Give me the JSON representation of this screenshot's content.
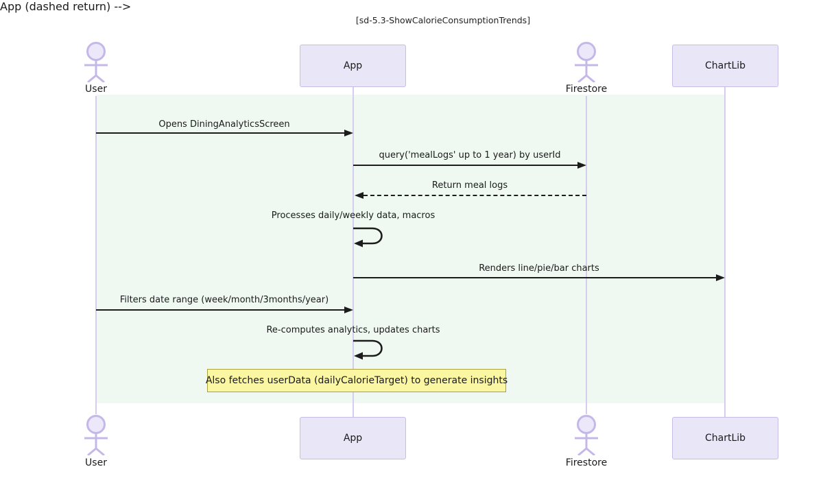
{
  "title": "[sd-5.3-ShowCalorieConsumptionTrends]",
  "participants": {
    "user": {
      "label": "User",
      "type": "actor"
    },
    "app": {
      "label": "App",
      "type": "box"
    },
    "firestore": {
      "label": "Firestore",
      "type": "actor"
    },
    "chartlib": {
      "label": "ChartLib",
      "type": "box"
    }
  },
  "messages": [
    {
      "from": "user",
      "to": "app",
      "style": "solid",
      "label": "Opens DiningAnalyticsScreen"
    },
    {
      "from": "app",
      "to": "firestore",
      "style": "solid",
      "label": "query('mealLogs' up to 1 year) by userId"
    },
    {
      "from": "firestore",
      "to": "app",
      "style": "dashed",
      "label": "Return meal logs"
    },
    {
      "from": "app",
      "to": "app",
      "style": "self",
      "label": "Processes daily/weekly data, macros"
    },
    {
      "from": "app",
      "to": "chartlib",
      "style": "solid",
      "label": "Renders line/pie/bar charts"
    },
    {
      "from": "user",
      "to": "app",
      "style": "solid",
      "label": "Filters date range (week/month/3months/year)"
    },
    {
      "from": "app",
      "to": "app",
      "style": "self",
      "label": "Re-computes analytics, updates charts"
    }
  ],
  "note": {
    "text": "Also fetches userData (dailyCalorieTarget) to generate insights"
  },
  "colors": {
    "actor": "#c5b8e8",
    "actor_fill": "#ece7f9",
    "box_fill": "#e9e6f8",
    "box_border": "#c6bce6",
    "lifeline": "#d6cdee",
    "background_region": "#eff9f2",
    "note_fill": "#fbf6a1",
    "note_border": "#a8a23c",
    "arrow": "#1c1c1c"
  }
}
